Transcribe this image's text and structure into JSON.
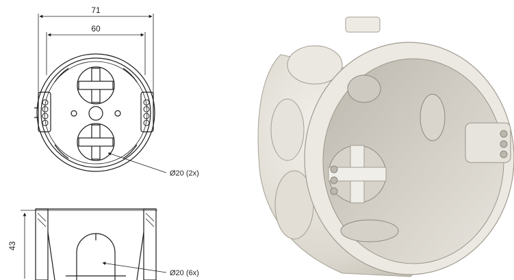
{
  "dimensions": {
    "outer_width": "71",
    "inner_width": "60",
    "height": "43"
  },
  "callouts": {
    "top_knockout": "Ø20 (2x)",
    "side_knockout": "Ø20 (6x)"
  },
  "colors": {
    "line": "#1a1a1a",
    "plastic": "#e4e1da",
    "plastic_shadow": "#b9b4aa",
    "plastic_dark": "#8d887f"
  }
}
